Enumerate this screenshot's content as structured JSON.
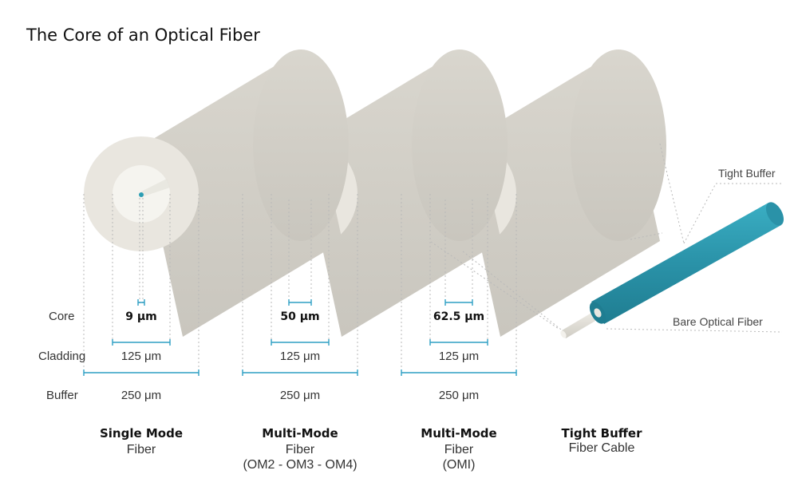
{
  "title": "The Core of an Optical Fiber",
  "row_labels": {
    "core": "Core",
    "cladding": "Cladding",
    "buffer": "Buffer"
  },
  "colors": {
    "core": "#2b9db3",
    "buffer_face": "#e9e6df",
    "cladding_face": "#f5f4ef",
    "cylinder_body": "#d4d1c9",
    "dimension_line": "#2e9fc4",
    "cable": "#2a92a8"
  },
  "fibers": [
    {
      "core_um": 9,
      "core_label": "9 μm",
      "cladding_label": "125 μm",
      "buffer_label": "250 μm",
      "name": "Single Mode",
      "sub": [
        "Fiber"
      ]
    },
    {
      "core_um": 50,
      "core_label": "50 μm",
      "cladding_label": "125 μm",
      "buffer_label": "250 μm",
      "name": "Multi-Mode",
      "sub": [
        "Fiber",
        "(OM2 - OM3 - OM4)"
      ]
    },
    {
      "core_um": 62.5,
      "core_label": "62.5 μm",
      "cladding_label": "125 μm",
      "buffer_label": "250 μm",
      "name": "Multi-Mode",
      "sub": [
        "Fiber",
        "(OMI)"
      ]
    }
  ],
  "cable": {
    "name": "Tight Buffer",
    "sub": "Fiber Cable",
    "callout_top": "Tight Buffer",
    "callout_bottom": "Bare Optical Fiber"
  }
}
